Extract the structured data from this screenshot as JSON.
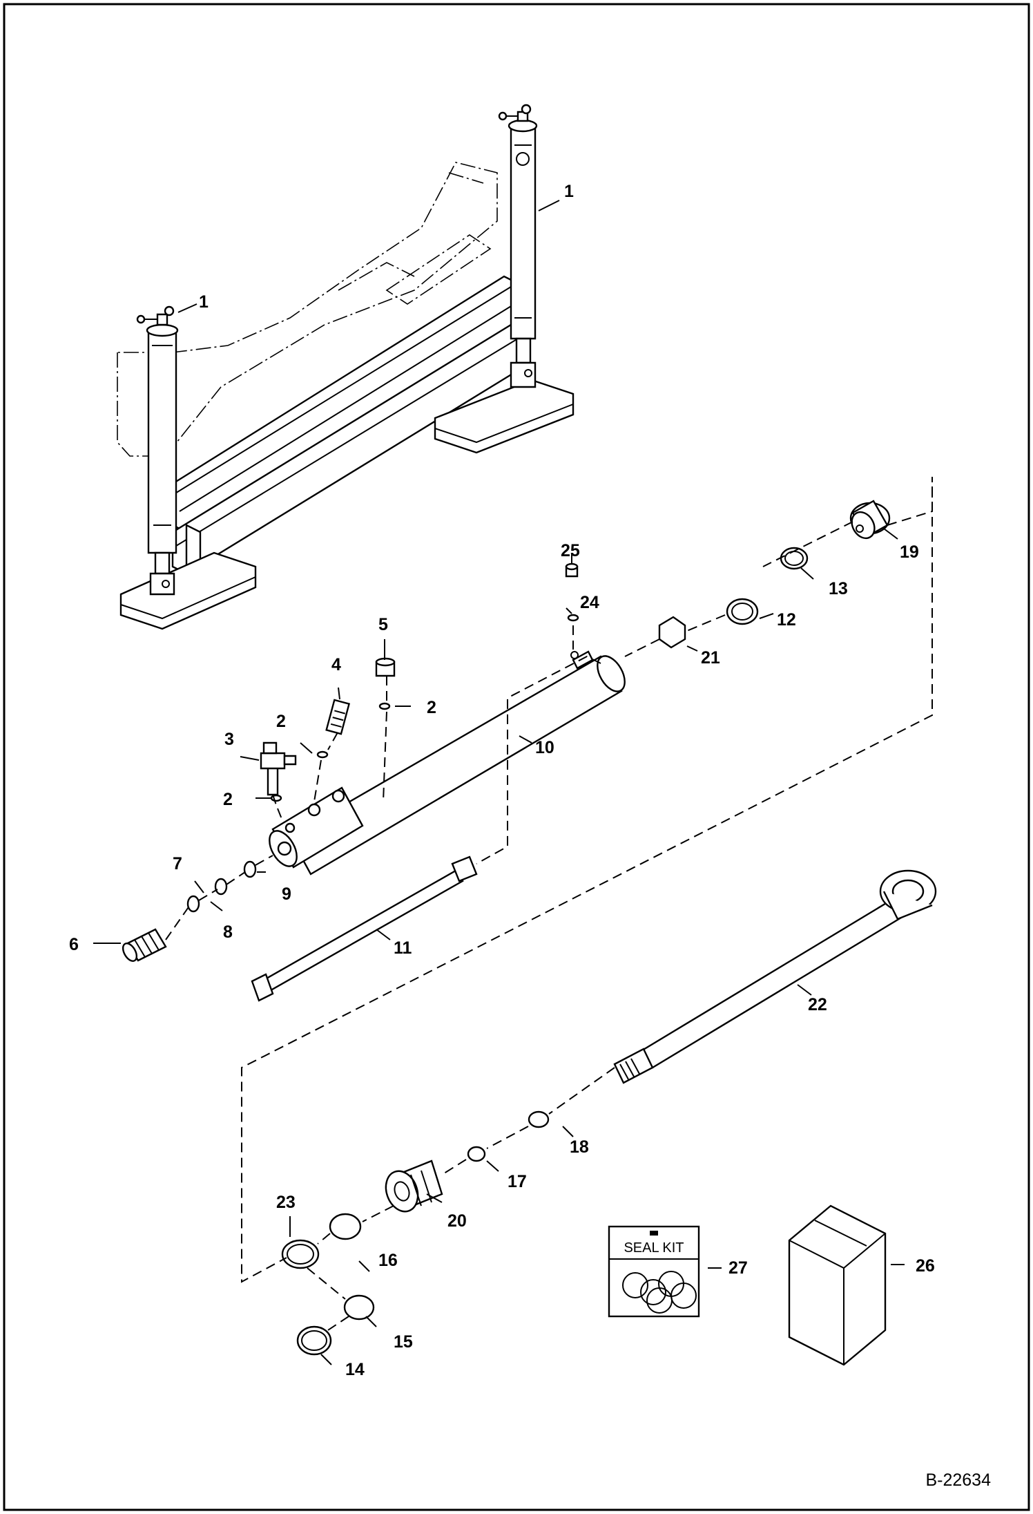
{
  "drawing": {
    "number": "B-22634",
    "seal_kit_label": "SEAL KIT"
  },
  "callouts": [
    {
      "id": "c1a",
      "text": "1"
    },
    {
      "id": "c1b",
      "text": "1"
    },
    {
      "id": "c2a",
      "text": "2"
    },
    {
      "id": "c2b",
      "text": "2"
    },
    {
      "id": "c2c",
      "text": "2"
    },
    {
      "id": "c3",
      "text": "3"
    },
    {
      "id": "c4",
      "text": "4"
    },
    {
      "id": "c5",
      "text": "5"
    },
    {
      "id": "c6",
      "text": "6"
    },
    {
      "id": "c7",
      "text": "7"
    },
    {
      "id": "c8",
      "text": "8"
    },
    {
      "id": "c9",
      "text": "9"
    },
    {
      "id": "c10",
      "text": "10"
    },
    {
      "id": "c11",
      "text": "11"
    },
    {
      "id": "c12",
      "text": "12"
    },
    {
      "id": "c13",
      "text": "13"
    },
    {
      "id": "c14",
      "text": "14"
    },
    {
      "id": "c15",
      "text": "15"
    },
    {
      "id": "c16",
      "text": "16"
    },
    {
      "id": "c17",
      "text": "17"
    },
    {
      "id": "c18",
      "text": "18"
    },
    {
      "id": "c19",
      "text": "19"
    },
    {
      "id": "c20",
      "text": "20"
    },
    {
      "id": "c21",
      "text": "21"
    },
    {
      "id": "c22",
      "text": "22"
    },
    {
      "id": "c23",
      "text": "23"
    },
    {
      "id": "c24",
      "text": "24"
    },
    {
      "id": "c25",
      "text": "25"
    },
    {
      "id": "c26",
      "text": "26"
    },
    {
      "id": "c27",
      "text": "27"
    }
  ]
}
